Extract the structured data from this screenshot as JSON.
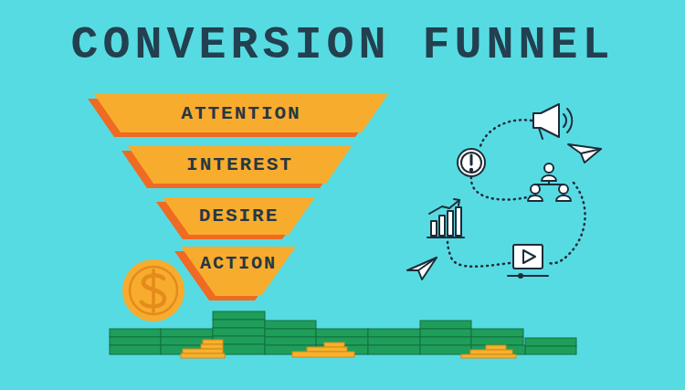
{
  "diagram": {
    "title": "CONVERSION FUNNEL",
    "nodes": [
      {
        "text": [
          "ATTENTION"
        ]
      },
      {
        "text": [
          "INTEREST"
        ]
      },
      {
        "text": [
          "DESIRE"
        ]
      },
      {
        "text": [
          "ACTION"
        ]
      }
    ]
  }
}
